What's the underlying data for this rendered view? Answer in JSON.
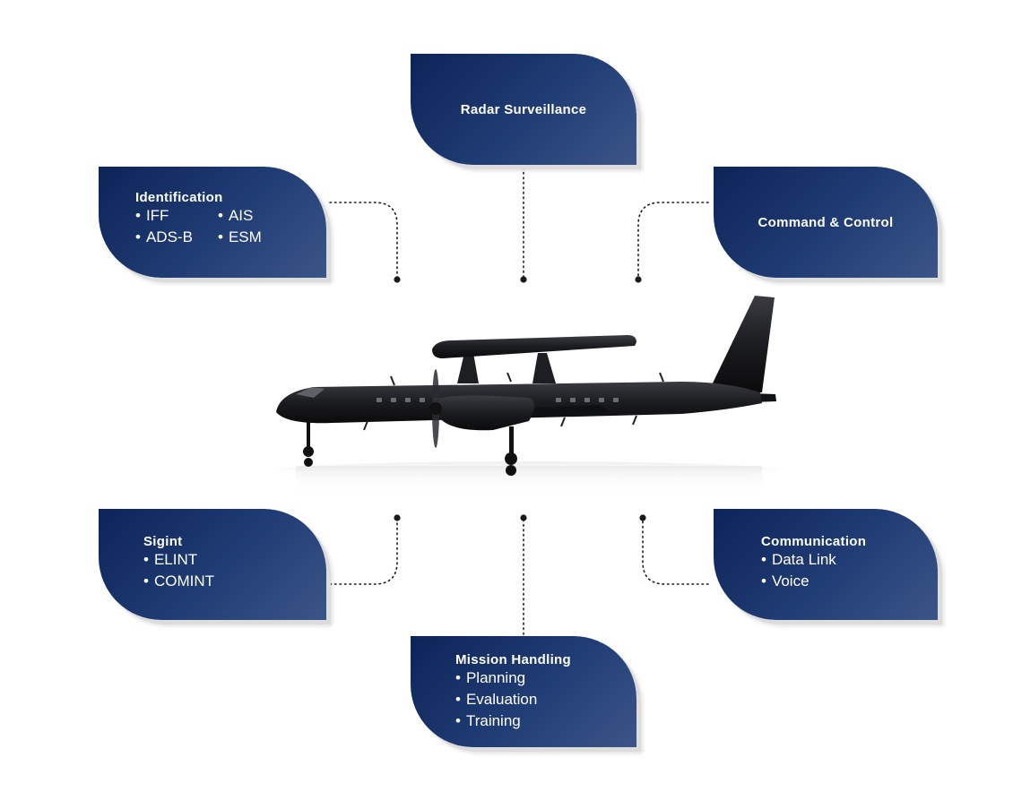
{
  "boxes": {
    "radar": {
      "title": "Radar Surveillance"
    },
    "identification": {
      "title": "Identification",
      "items": [
        "IFF",
        "AIS",
        "ADS-B",
        "ESM"
      ]
    },
    "command": {
      "title": "Command & Control"
    },
    "sigint": {
      "title": "Sigint",
      "items": [
        "ELINT",
        "COMINT"
      ]
    },
    "communication": {
      "title": "Communication",
      "items": [
        "Data Link",
        "Voice"
      ]
    },
    "mission": {
      "title": "Mission Handling",
      "items": [
        "Planning",
        "Evaluation",
        "Training"
      ]
    }
  },
  "colors": {
    "box_dark": "#0c2458",
    "box_light": "#3b5587",
    "connector": "#1a1a1a",
    "aircraft": "#1b1c1f"
  },
  "icons": {
    "aircraft": "airborne-early-warning-aircraft-icon"
  }
}
